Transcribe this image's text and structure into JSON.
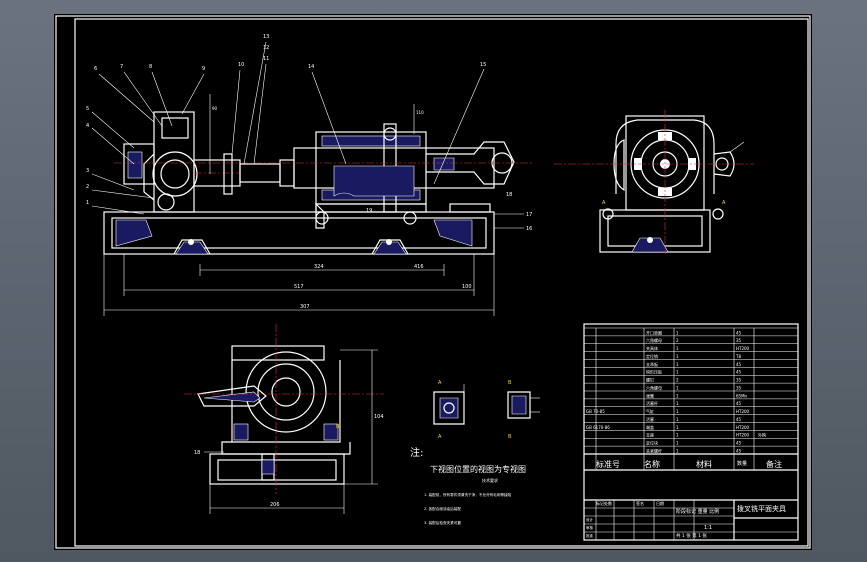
{
  "colors": {
    "background": "#000000",
    "line": "#ffffff",
    "centerline": "#e03030",
    "hatch": "#1a1a60",
    "frame": "#5a636e"
  },
  "balloons": [
    "1",
    "2",
    "3",
    "4",
    "5",
    "6",
    "7",
    "8",
    "9",
    "10",
    "11",
    "12",
    "13",
    "14",
    "15",
    "16",
    "17",
    "18",
    "19"
  ],
  "dimensions": {
    "d_324": "324",
    "d_416": "416",
    "d_517": "517",
    "d_307": "307",
    "d_100": "100",
    "d_110": "110",
    "d_90": "90",
    "d_18": "18",
    "d_104": "104",
    "d_206": "206"
  },
  "section_labels": {
    "a": "A",
    "b": "B"
  },
  "notes": {
    "heading": "注:",
    "subtitle": "下视图位置的视图为专视图",
    "small": "技术要求",
    "items": [
      "1. 装配前，所有零件须清洗干净，不允许有毛刺等缺陷",
      "2. 各配合面涂油后装配",
      "3. 装配后检查夹紧可靠"
    ]
  },
  "title_block": {
    "header": {
      "std": "标准号",
      "name": "名称",
      "mat": "材料",
      "qty": "数量",
      "remark": "备注"
    },
    "part_rows": [
      {
        "name": "开口垫圈",
        "std": "",
        "qty": "1",
        "mat": "45",
        "side": ""
      },
      {
        "name": "六角螺母",
        "std": "",
        "qty": "2",
        "mat": "35",
        "side": ""
      },
      {
        "name": "夹具体",
        "std": "",
        "qty": "1",
        "mat": "HT200",
        "side": ""
      },
      {
        "name": "定位销",
        "std": "",
        "qty": "1",
        "mat": "T8",
        "side": ""
      },
      {
        "name": "支承板",
        "std": "",
        "qty": "1",
        "mat": "45",
        "side": ""
      },
      {
        "name": "钩形压板",
        "std": "",
        "qty": "1",
        "mat": "45",
        "side": ""
      },
      {
        "name": "螺钉",
        "std": "",
        "qty": "2",
        "mat": "35",
        "side": ""
      },
      {
        "name": "六角螺母",
        "std": "",
        "qty": "1",
        "mat": "35",
        "side": ""
      },
      {
        "name": "弹簧",
        "std": "",
        "qty": "1",
        "mat": "65Mn",
        "side": ""
      },
      {
        "name": "活塞杆",
        "std": "",
        "qty": "1",
        "mat": "45",
        "side": ""
      },
      {
        "name": "气缸",
        "std": "GB 70-85",
        "qty": "1",
        "mat": "HT200",
        "side": ""
      },
      {
        "name": "活塞",
        "std": "",
        "qty": "1",
        "mat": "45",
        "side": ""
      },
      {
        "name": "端盖",
        "std": "GB 6170-86",
        "qty": "1",
        "mat": "HT200",
        "side": ""
      },
      {
        "name": "支座",
        "std": "",
        "qty": "1",
        "mat": "HT200",
        "side": "外购"
      },
      {
        "name": "定位块",
        "std": "",
        "qty": "1",
        "mat": "45",
        "side": ""
      },
      {
        "name": "夹紧螺杆",
        "std": "",
        "qty": "1",
        "mat": "45",
        "side": ""
      }
    ],
    "drawing_title": "拨叉铣平面夹具",
    "sign_labels": {
      "mark": "标记处数",
      "sign": "签名",
      "date": "日期",
      "design": "设计",
      "check": "审核",
      "approve": "批准"
    },
    "stage": "阶段标记 重量 比例",
    "scale": "1:1",
    "sheets": "共 1 张  第 1 张"
  }
}
